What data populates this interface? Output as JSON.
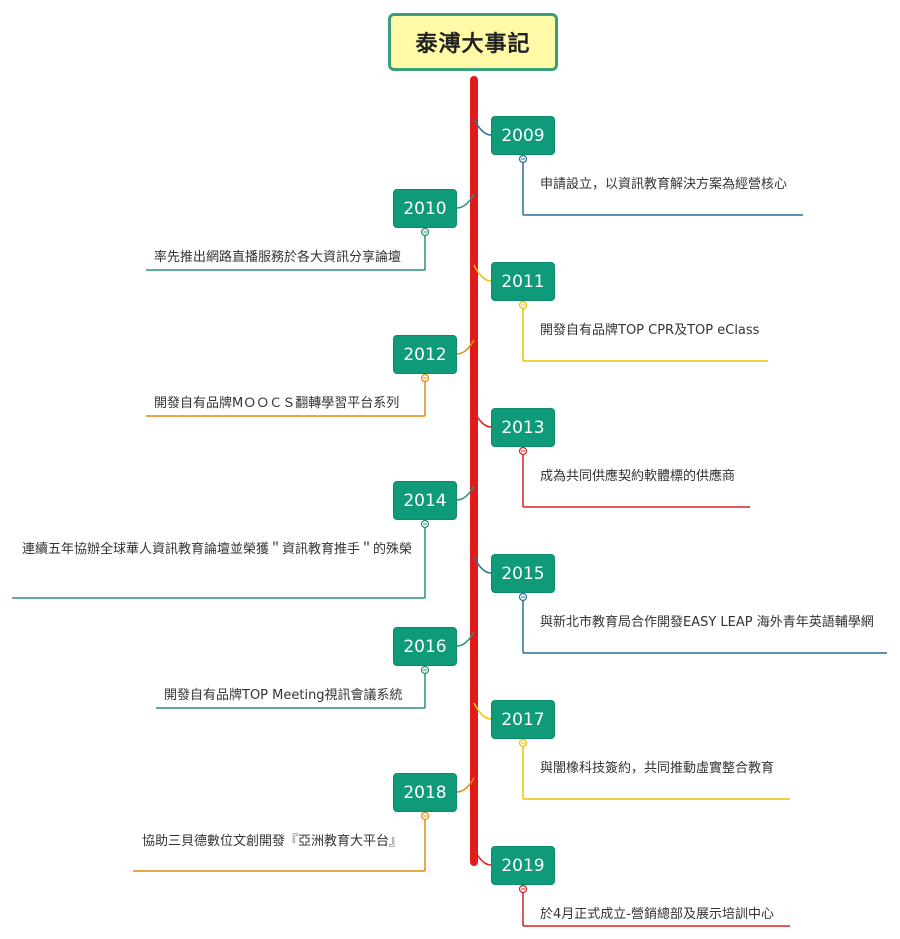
{
  "title": "泰溥大事記",
  "events": [
    {
      "year": "2009",
      "text": "申請設立，以資訊教育解決方案為經營核心",
      "color": "#2a6f9a"
    },
    {
      "year": "2010",
      "text": "率先推出網路直播服務於各大資訊分享論壇",
      "color": "#2a8f7a"
    },
    {
      "year": "2011",
      "text": "開發自有品牌TOP CPR及TOP eClass",
      "color": "#e9c400"
    },
    {
      "year": "2012",
      "text": "開發自有品牌MＯＯＣＳ翻轉學習平台系列",
      "color": "#e08a10"
    },
    {
      "year": "2013",
      "text": "成為共同供應契約軟體標的供應商",
      "color": "#d92020"
    },
    {
      "year": "2014",
      "text": "連續五年協辦全球華人資訊教育論壇並榮獲＂資訊教育推手＂的殊榮",
      "color": "#2a8f7a"
    },
    {
      "year": "2015",
      "text": "與新北市教育局合作開發EASY LEAP 海外青年英語輔學網",
      "color": "#2a6f9a"
    },
    {
      "year": "2016",
      "text": "開發自有品牌TOP Meeting視訊會議系統",
      "color": "#2a8f7a"
    },
    {
      "year": "2017",
      "text": "與闇橡科技簽約，共同推動虛實整合教育",
      "color": "#e9c400"
    },
    {
      "year": "2018",
      "text": "協助三貝德數位文創開發『亞洲教育大平台』",
      "color": "#e08a10"
    },
    {
      "year": "2019",
      "text": "於4月正式成立-營銷總部及展示培訓中心",
      "color": "#d92020"
    }
  ]
}
